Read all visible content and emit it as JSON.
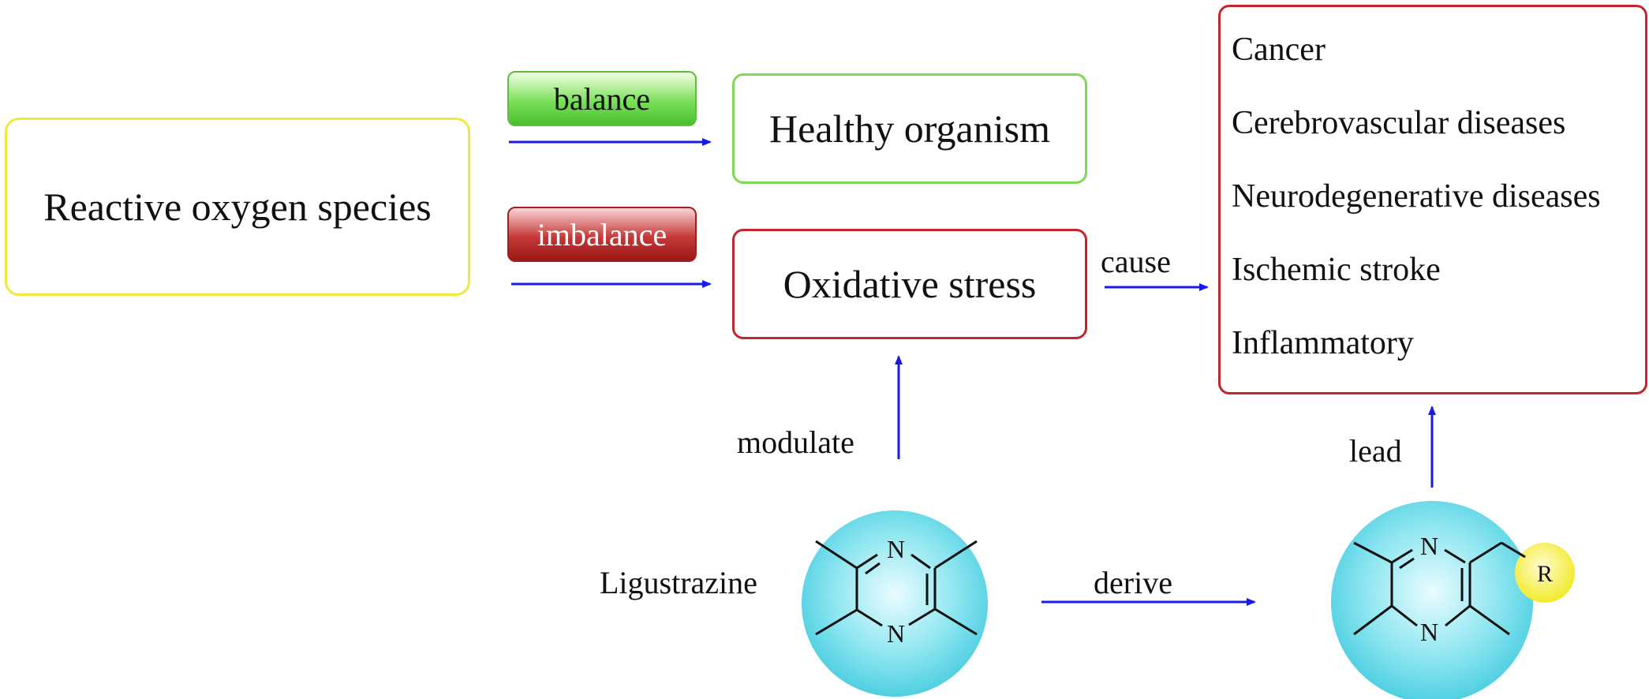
{
  "nodes": {
    "ros": "Reactive oxygen species",
    "healthy": "Healthy organism",
    "oxidative": "Oxidative stress",
    "diseases": [
      "Cancer",
      "Cerebrovascular diseases",
      "Neurodegenerative diseases",
      "Ischemic stroke",
      "Inflammatory"
    ]
  },
  "edges": {
    "balance": "balance",
    "imbalance": "imbalance",
    "cause": "cause",
    "modulate": "modulate",
    "derive": "derive",
    "lead": "lead"
  },
  "molecules": {
    "ligustrazine_label": "Ligustrazine",
    "nitrogen": "N",
    "substituent": "R"
  },
  "colors": {
    "arrow": "#1a1ae6",
    "cyan_sphere": "#5fd8e8",
    "yellow_sphere": "#f2ea2a",
    "red_border": "#c0272d",
    "green_border": "#7ed957",
    "yellow_border": "#eeea3a"
  }
}
